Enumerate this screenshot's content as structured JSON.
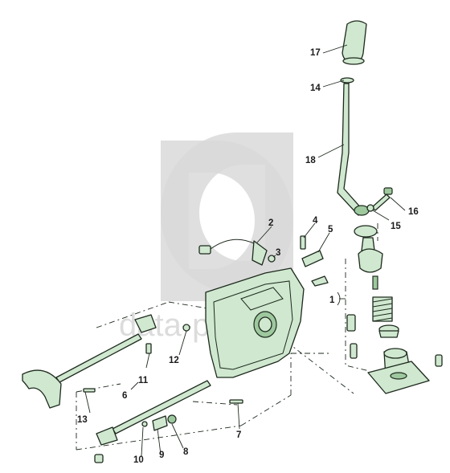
{
  "diagram": {
    "watermark": "data-parts",
    "colors": {
      "part_fill": "#cfe8cf",
      "part_dark": "#9ec89e",
      "outline": "#1e2a1e",
      "watermark": "#d9d9d9"
    },
    "callouts": {
      "c1": "1",
      "c2": "2",
      "c3": "3",
      "c4": "4",
      "c5": "5",
      "c6": "6",
      "c7": "7",
      "c8": "8",
      "c9": "9",
      "c10": "10",
      "c11": "11",
      "c12": "12",
      "c13": "13",
      "c14": "14",
      "c15": "15",
      "c16": "16",
      "c17": "17",
      "c18": "18"
    }
  }
}
